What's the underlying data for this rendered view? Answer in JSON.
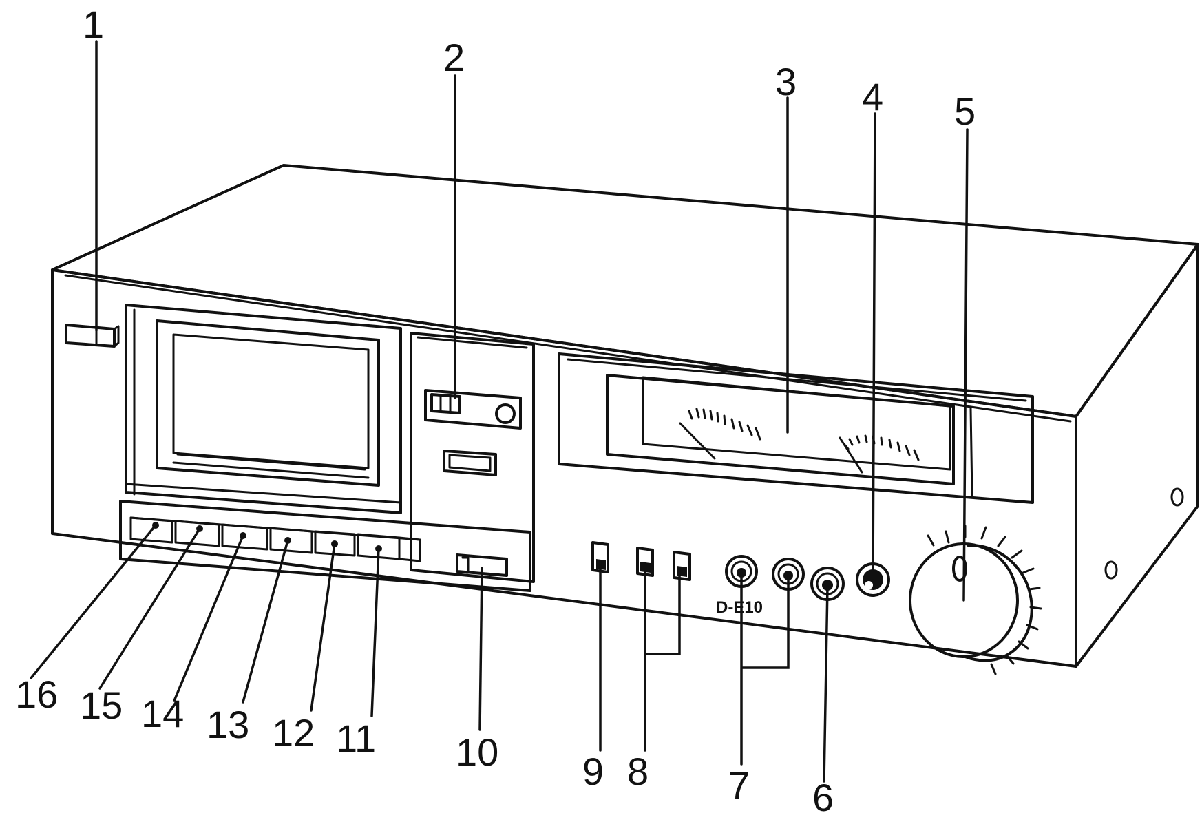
{
  "callouts": {
    "n1": "1",
    "n2": "2",
    "n3": "3",
    "n4": "4",
    "n5": "5",
    "n6": "6",
    "n7": "7",
    "n8": "8",
    "n9": "9",
    "n10": "10",
    "n11": "11",
    "n12": "12",
    "n13": "13",
    "n14": "14",
    "n15": "15",
    "n16": "16"
  },
  "panel_text": {
    "jack_label": "D-E10"
  }
}
